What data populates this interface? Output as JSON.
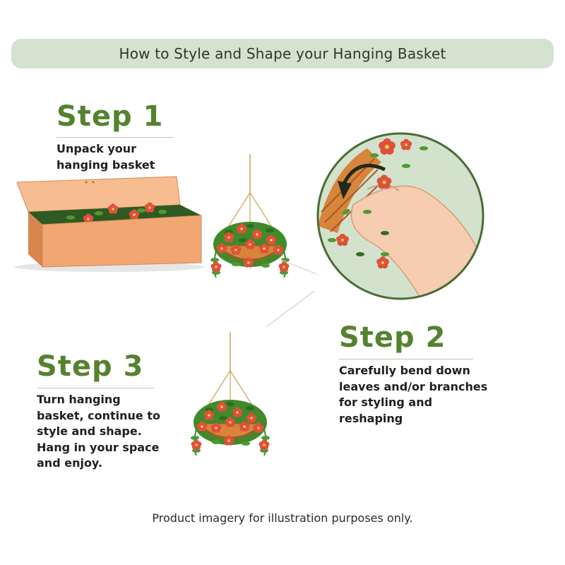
{
  "banner": {
    "title": "How to Style and Shape your Hanging Basket"
  },
  "steps": [
    {
      "heading": "Step 1",
      "lines": [
        "Unpack your",
        "hanging basket"
      ]
    },
    {
      "heading": "Step 2",
      "lines": [
        "Carefully bend down",
        "leaves and/or branches",
        "for styling and",
        "reshaping"
      ]
    },
    {
      "heading": "Step 3",
      "lines": [
        "Turn hanging",
        "basket, continue to",
        "style and shape.",
        "Hang in your space",
        "and enjoy."
      ]
    }
  ],
  "footer": {
    "note": "Product imagery for illustration purposes only."
  },
  "colors": {
    "accent_green": "#55822f",
    "banner_bg": "#d4e3cf",
    "circle_bg": "#d2e2cc",
    "circle_border": "#4a6b34",
    "box": "#f2a773",
    "flower_red": "#e0503c",
    "leaf_green": "#4e9a33",
    "basket": "#d8843a"
  },
  "icons": [
    "cardboard-box-icon",
    "hanging-basket-icon",
    "hand-bending-leaves-icon",
    "curved-arrow-icon"
  ]
}
